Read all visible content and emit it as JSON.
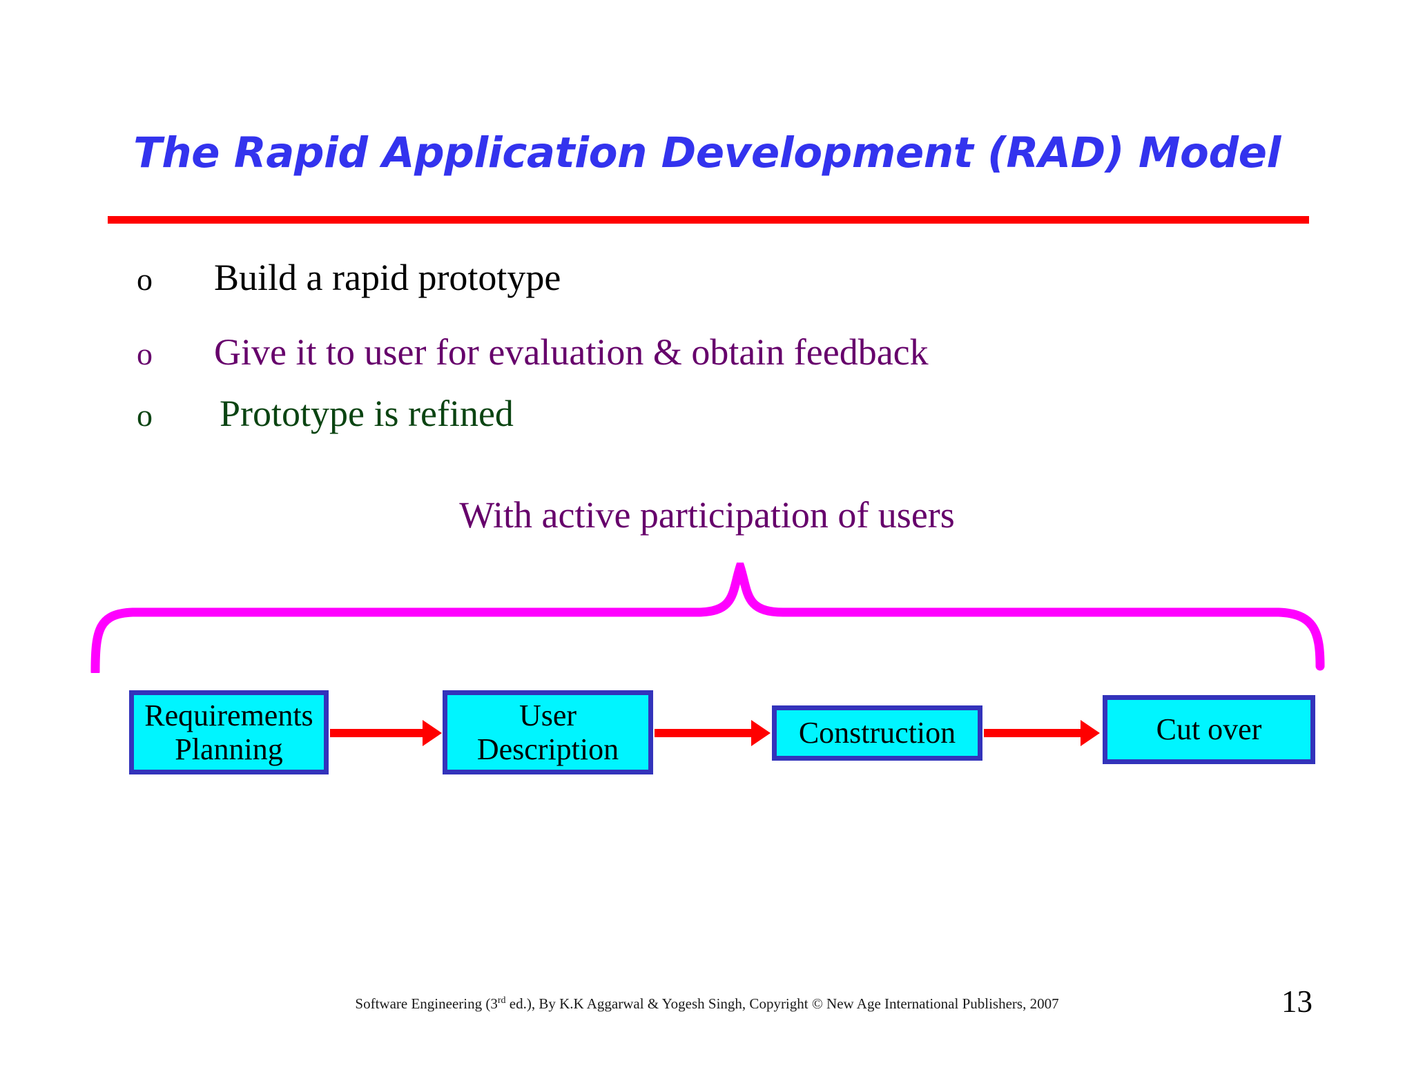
{
  "slide": {
    "title": "The Rapid Application Development (RAD) Model",
    "title_color": "#3333ee",
    "rule_color": "#ff0000",
    "background": "#ffffff"
  },
  "bullets": [
    {
      "marker": "o",
      "text": "Build a rapid prototype",
      "color": "#000000"
    },
    {
      "marker": "o",
      "text": "Give it to user for evaluation & obtain feedback",
      "color": "#66006b"
    },
    {
      "marker": "o",
      "text": "Prototype is refined",
      "color": "#0b4412"
    }
  ],
  "brace": {
    "caption": "With active participation of users",
    "caption_color": "#66006b",
    "stroke_color": "#ff00ff"
  },
  "flow": {
    "box_fill": "#00f5ff",
    "box_border": "#3333bb",
    "arrow_color": "#ff0000",
    "boxes": [
      {
        "label": "Requirements\nPlanning",
        "line1": "Requirements",
        "line2": "Planning"
      },
      {
        "label": "User\nDescription",
        "line1": "User",
        "line2": "Description"
      },
      {
        "label": "Construction",
        "line1": "Construction",
        "line2": ""
      },
      {
        "label": "Cut over",
        "line1": "Cut over",
        "line2": ""
      }
    ]
  },
  "footer": {
    "credit_prefix": "Software Engineering (3",
    "credit_sup": "rd",
    "credit_suffix": " ed.), By K.K Aggarwal & Yogesh Singh, Copyright © New Age International Publishers, 2007",
    "page_number": "13"
  }
}
